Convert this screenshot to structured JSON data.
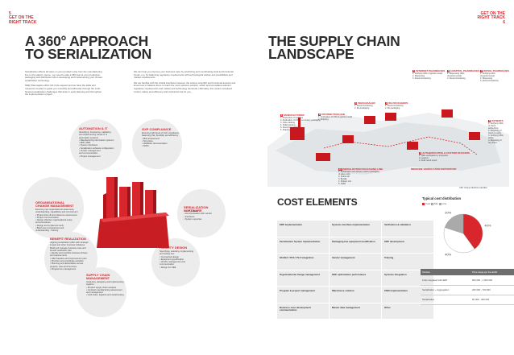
{
  "nav": {
    "left": "GET ON THE\nRIGHT TRACK",
    "right": "GET ON THE\nRIGHT TRACK",
    "left_page": "5",
    "right_page": "6"
  },
  "left_page": {
    "headline": [
      "A 360° APPROACH",
      "TO SERIALIZATION"
    ],
    "intro_col1": [
      "Serialization affects all steps on your product's way from the manufacturing line to the patient. Hence, you need to take a 360 look at your production, packaging and distribution when developing and implementing your chosen serialization technology.",
      "NNE Pharmaplan offers full circle support and we have the skills and resources needed to guide you smoothly and efficiently through the multi-faceted serialization challenges that arise in early planning and throughout the implementation project."
    ],
    "intro_col2": [
      "We can help you improve your business case by prioritizing and coordinating local and functional inputs, e.g. by balancing regulatory requirements with technological wishes and possibilities and market requirements.",
      "We are familiar with the critical interfaces between the various scientific and functional aspects and know how to balance them to reach the most optimum solution, which accommodates relevant regulatory requirements and market and technology demands. Ultimately, this means increased control, safety and efficiency and minimized risk for you."
    ],
    "circles": [
      {
        "title": "AUTOMATION & IT",
        "items": [
          "Identifying, developing, validating",
          "and implementing robust IT &",
          "automation systems",
          "• Manufacturing information systems",
          "• ERP, MES",
          "• System interfaces",
          "• Serialization software configuration",
          "• Vendor management",
          "  and communication",
          "• Project management"
        ]
      },
      {
        "title": "GXP COMPLIANCE",
        "items": [
          "Ensuring right level of GxP compliance",
          "balancing risk, flexibility and efficiency",
          "• Risk assessment",
          "• Test plans",
          "• Validation documentation",
          "• SOPs"
        ]
      },
      {
        "title": "ORGANISATIONAL\nCHANGE MANAGEMENT",
        "items": [
          "Ensuring new organisational awareness,",
          "understanding, capabilities and commitment",
          "• Project kick-off and milestone assessment",
          "• Project communication",
          "• Design effective organisational setup",
          "  and procedures",
          "• Design and implement tools",
          "• Build new competences and",
          "  understanding - training"
        ]
      },
      {
        "title": "SERIALIZATION SOFTWARE",
        "items": [
          "• Configuration",
          "• Communication with vendor",
          "• Interfaces",
          "• System expertise"
        ]
      },
      {
        "title": "BENEFIT REALIZATION",
        "items": [
          "Aligning serialization effort with strategic",
          "impact and other business initiatives",
          "Build and manage business case and",
          "benefit realization plan",
          "• Identify and prioritize business drivers",
          "  and requirements",
          "• CBO baseline and improvement plan",
          "• Prioritize and coordinate activities",
          "• Planning and deliverables across",
          "  projects, sites and functions",
          "• Programme management"
        ]
      },
      {
        "title": "FACILITY DESIGN",
        "items": [
          "Specifying, selecting, implementing",
          "and testing line:",
          "• Conceptual design",
          "• Equipment specification",
          "• Vendor management and",
          "  communication",
          "• Design for OEE"
        ]
      },
      {
        "title": "SUPPLY CHAIN\nMANAGEMENT",
        "items": [
          "Analyzing, designing and implementing",
          "logistics",
          "• Product supply chain analysis",
          "• Contract manufacturing assessment",
          "  and management",
          "• Cold chain, logistics and warehousing"
        ]
      }
    ]
  },
  "right_page": {
    "headline": [
      "THE SUPPLY CHAIN",
      "LANDSCAPE"
    ],
    "map_points": [
      {
        "num": "1",
        "title": "MANUFACTURER",
        "items": [
          "1. Production of medicine",
          "2. Application of UID to secondary packaging",
          "3. Case packing",
          "4. Pallet packing",
          "5. Decommissioning",
          "6. Shipping"
        ]
      },
      {
        "num": "2",
        "title": "DISTRIBUTION HUB",
        "items": [
          "1. Verification of UIDs & goods receipt",
          "2. Shipping"
        ]
      },
      {
        "num": "3",
        "title": "WHOLESALER",
        "items": [
          "1. Decommissioning",
          "2. Re-packaging"
        ]
      },
      {
        "num": "4",
        "title": "RE-PACKAGERS",
        "items": [
          "1. Decommissioning",
          "2. Re-packaging"
        ]
      },
      {
        "num": "5",
        "title": "INTERNET PHARMACIES",
        "items": [
          "1. Verifying UIDs of goods receipt",
          "2. Dispensing",
          "3. Decommissioning"
        ]
      },
      {
        "num": "6",
        "title": "HOSPITAL PHARMACIES",
        "items": [
          "1. Dispensing UIDs",
          "of goods receipt",
          "2. Decommissioning"
        ]
      },
      {
        "num": "7",
        "title": "RETAIL PHARMACIES",
        "items": [
          "1. Verifying UIDs",
          "of goods receipt",
          "2. Dispensing",
          "3. Decommissioning"
        ]
      },
      {
        "num": "8",
        "title": "PATIENTS",
        "items": [
          "1. Verifying UIDs",
          "to check",
          "authenticity",
          "2. Reporting of",
          "fraud or expiry",
          "3. Verifying UIDs",
          "online",
          "4. Reporting of",
          "any fraud"
        ]
      },
      {
        "num": "9",
        "title": "AUTHENTICATIVE & CUSTOM OFFICERS",
        "items": [
          "1. UIDs verification by inspection",
          "in systems",
          "2. Audit result report"
        ]
      },
      {
        "num": "10",
        "title": "SERIALIZATION PACKAGING LINE",
        "items": [
          "1. Serialization and tamper evident packaging",
          "of sales units",
          "2. Serial unit",
          "3. Bundle",
          "4. Shipper box",
          "5. Pallet"
        ]
      }
    ],
    "repository_label": "MEDICINE VERIFICATION REPOSITORY",
    "uim_label": "UIM: Unique Medicine Identifier"
  },
  "cost": {
    "title": "COST ELEMENTS",
    "cells": [
      "ERP implementation",
      "Systems interface implementation",
      "Verification & validation",
      "Serialization System implementation",
      "Packaging line equipment modification",
      "SOP development",
      "SCADA / PCS / PLC integration",
      "Vendor management",
      "Training",
      "Organisational change management",
      "OEE optimization performance",
      "Systems integration",
      "Program & project management",
      "Warehouse solution",
      "CMO implementation",
      "Business case development communication",
      "Master data management",
      "Other"
    ]
  },
  "chart_data": {
    "type": "pie",
    "title": "Typical cost distribution",
    "legend": [
      "Cost",
      "Site",
      "Line"
    ],
    "values": [
      40,
      40,
      20
    ],
    "labels": [
      "40%",
      "40%",
      "20%"
    ],
    "colors": [
      "#d9262c",
      "#ffffff",
      "#aaaaaa"
    ]
  },
  "price_table": {
    "headers": [
      "Solution",
      "Price range per line EUR"
    ],
    "rows": [
      [
        "Fully integrated with ERP",
        "500 000 - 1 000 000"
      ],
      [
        "Serialization + Aggregation",
        "200 000 - 700 000"
      ],
      [
        "Serialization",
        "50 000 - 300 000"
      ]
    ]
  }
}
